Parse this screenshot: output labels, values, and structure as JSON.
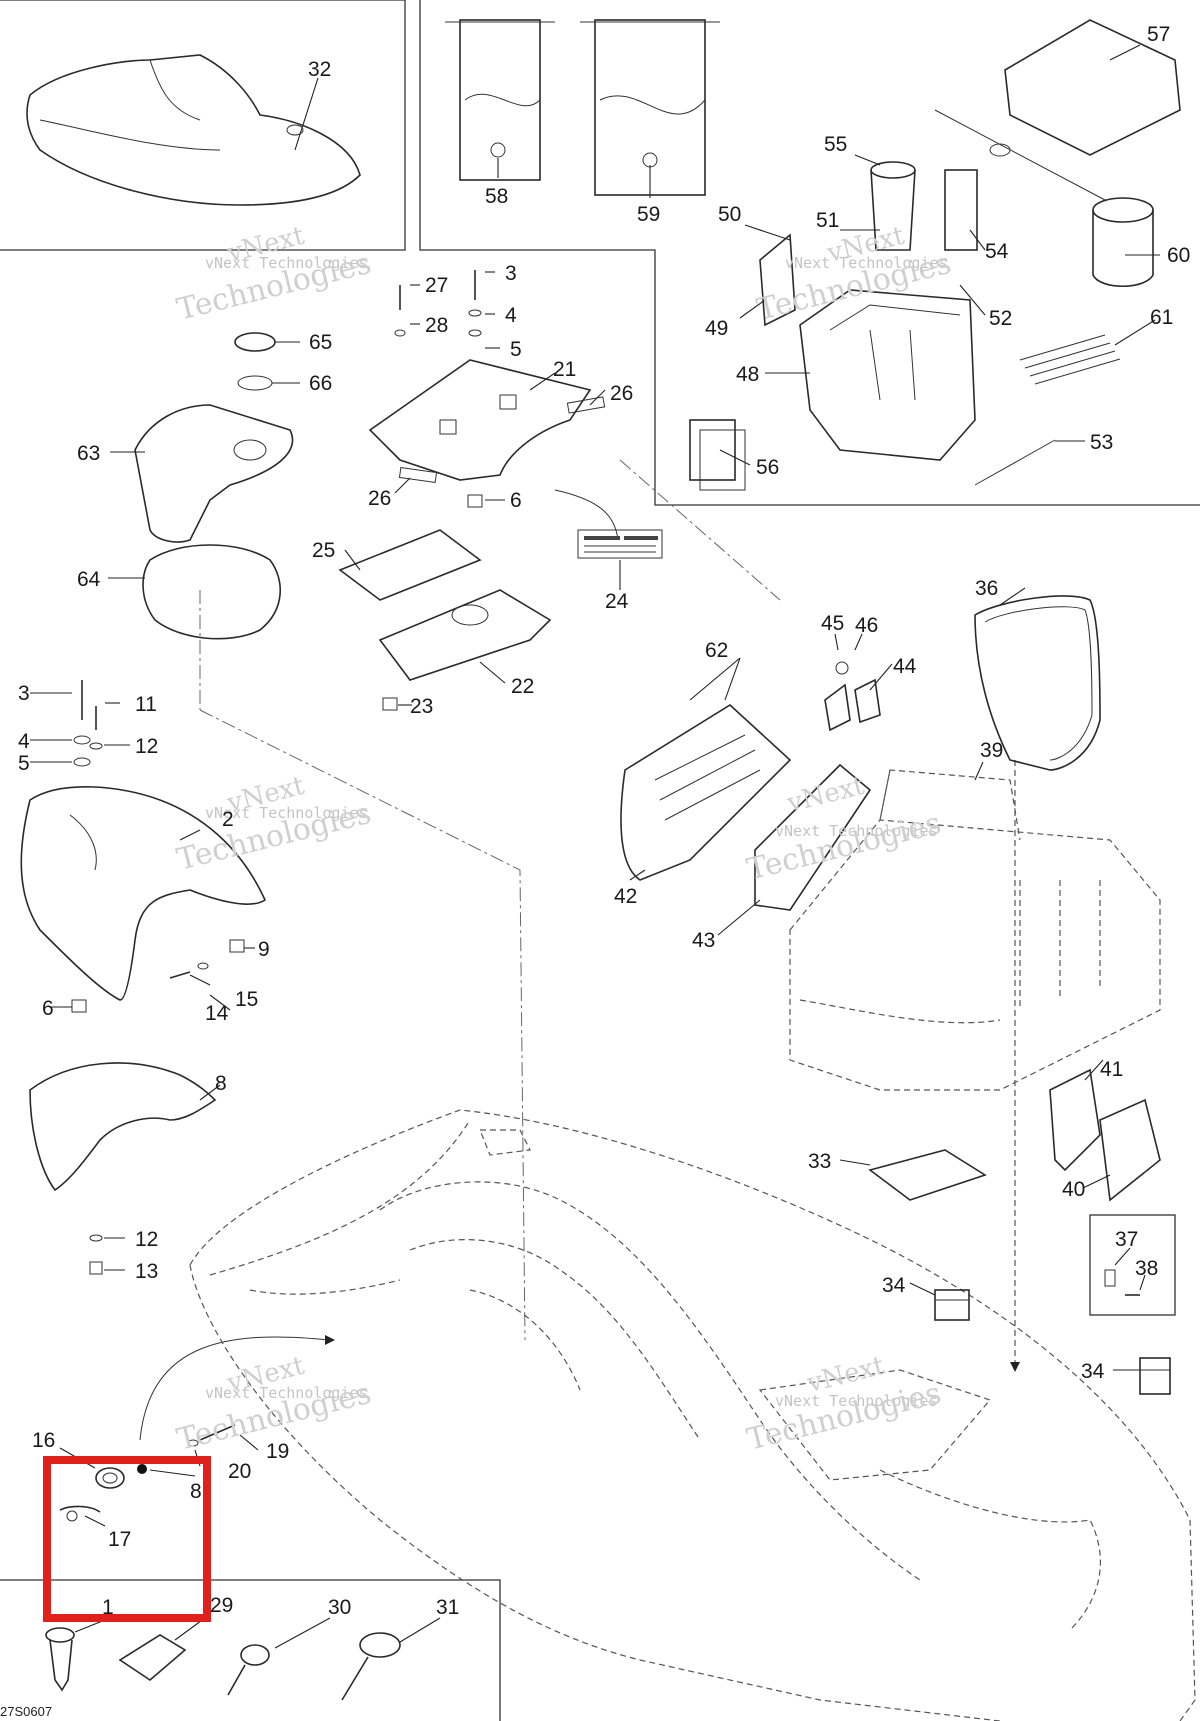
{
  "callouts": {
    "c1": "1",
    "c2": "2",
    "c3": "3",
    "c4": "4",
    "c5": "5",
    "c6": "6",
    "c8": "8",
    "c9": "9",
    "c11": "11",
    "c12": "12",
    "c13": "13",
    "c14": "14",
    "c15": "15",
    "c16": "16",
    "c17": "17",
    "c19": "19",
    "c20": "20",
    "c21": "21",
    "c22": "22",
    "c23": "23",
    "c24": "24",
    "c25": "25",
    "c26": "26",
    "c27": "27",
    "c28": "28",
    "c29": "29",
    "c30": "30",
    "c31": "31",
    "c32": "32",
    "c33": "33",
    "c34": "34",
    "c36": "36",
    "c37": "37",
    "c38": "38",
    "c39": "39",
    "c40": "40",
    "c41": "41",
    "c42": "42",
    "c43": "43",
    "c44": "44",
    "c45": "45",
    "c46": "46",
    "c48": "48",
    "c49": "49",
    "c50": "50",
    "c51": "51",
    "c52": "52",
    "c53": "53",
    "c54": "54",
    "c55": "55",
    "c56": "56",
    "c57": "57",
    "c58": "58",
    "c59": "59",
    "c60": "60",
    "c61": "61",
    "c62": "62",
    "c63": "63",
    "c64": "64",
    "c65": "65",
    "c66": "66"
  },
  "watermark": {
    "line1": "vNext",
    "line2": "vNext Technologies",
    "line3": "Technologies"
  },
  "footer_code": "27S0607",
  "highlight": {
    "color": "#e0201b",
    "target_callout": "17"
  }
}
